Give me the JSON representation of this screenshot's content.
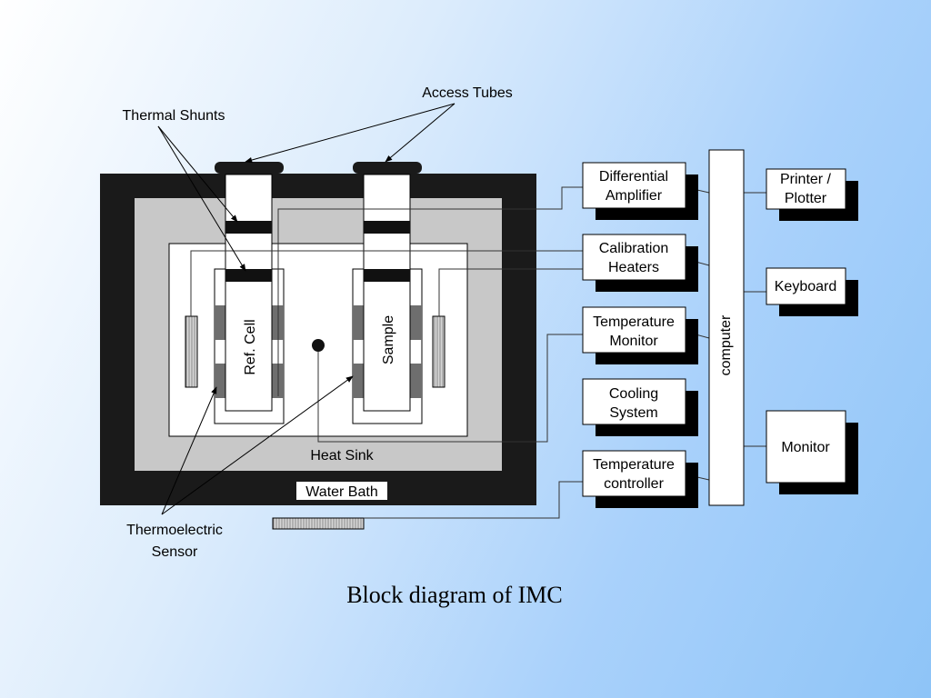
{
  "caption": "Block diagram of IMC",
  "labels": {
    "access_tubes": "Access Tubes",
    "thermal_shunts": "Thermal Shunts",
    "thermoelectric_sensor_line1": "Thermoelectric",
    "thermoelectric_sensor_line2": "Sensor",
    "ref_cell": "Ref. Cell",
    "sample": "Sample",
    "heat_sink": "Heat Sink",
    "water_bath": "Water Bath",
    "computer": "computer"
  },
  "modules": {
    "differential_amplifier": [
      "Differential",
      "Amplifier"
    ],
    "calibration_heaters": [
      "Calibration",
      "Heaters"
    ],
    "temperature_monitor": [
      "Temperature",
      "Monitor"
    ],
    "cooling_system": [
      "Cooling",
      "System"
    ],
    "temperature_controller": [
      "Temperature",
      "controller"
    ]
  },
  "peripherals": {
    "printer_plotter": [
      "Printer /",
      "Plotter"
    ],
    "keyboard": "Keyboard",
    "monitor": "Monitor"
  },
  "colors": {
    "bath": "#1a1a1a",
    "heat_sink": "#c8c8c8",
    "sensor": "#6e6e6e"
  }
}
